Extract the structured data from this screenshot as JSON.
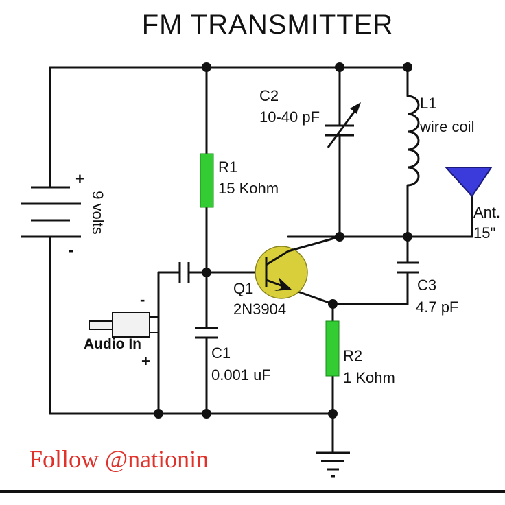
{
  "title": "FM TRANSMITTER",
  "battery": {
    "label": "9 volts",
    "plus": "+",
    "minus": "-"
  },
  "r1": {
    "name": "R1",
    "value": "15 Kohm"
  },
  "c2": {
    "name": "C2",
    "value": "10-40 pF"
  },
  "l1": {
    "name": "L1",
    "value": "wire coil"
  },
  "antenna": {
    "name": "Ant.",
    "value": "15\""
  },
  "q1": {
    "name": "Q1",
    "value": "2N3904"
  },
  "c3": {
    "name": "C3",
    "value": "4.7 pF"
  },
  "c1": {
    "name": "C1",
    "value": "0.001 uF"
  },
  "r2": {
    "name": "R2",
    "value": "1 Kohm"
  },
  "audio": {
    "label": "Audio In",
    "minus": "-",
    "plus": "+"
  },
  "footer": {
    "follow": "Follow @nationin"
  },
  "colors": {
    "resistor": "#33cc33",
    "transistor": "#d8cf3a",
    "antenna": "#3b3bdc",
    "wire": "#111111",
    "footer": "#e0312a"
  }
}
